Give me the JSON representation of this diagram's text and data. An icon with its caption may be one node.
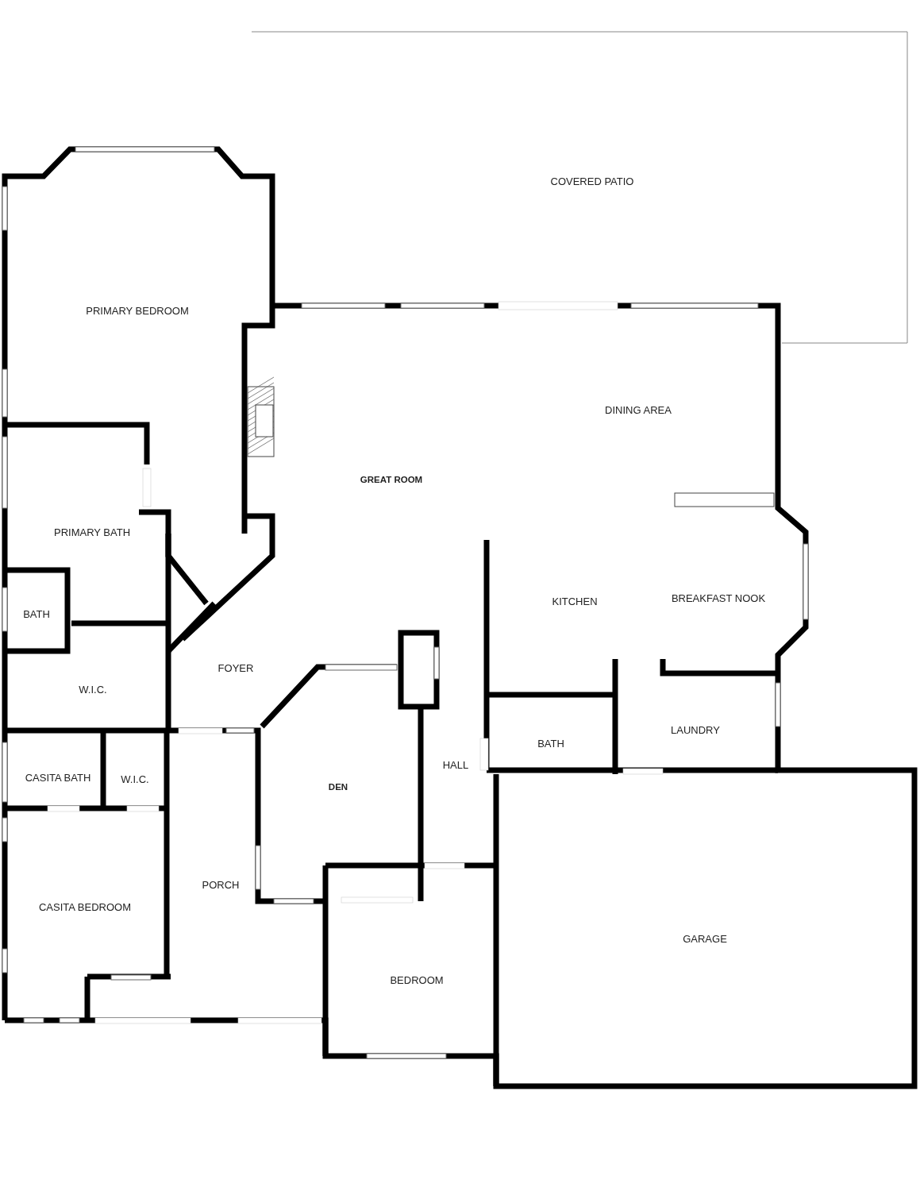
{
  "diagram": {
    "labels": [
      "COVERED PATIO",
      "PRIMARY BEDROOM",
      "DINING AREA",
      "GREAT ROOM",
      "PRIMARY BATH",
      "KITCHEN",
      "BREAKFAST NOOK",
      "BATH",
      "FOYER",
      "W.I.C.",
      "LAUNDRY",
      "BATH",
      "HALL",
      "CASITA BATH",
      "W.I.C.",
      "DEN",
      "PORCH",
      "CASITA BEDROOM",
      "GARAGE",
      "BEDROOM"
    ]
  }
}
